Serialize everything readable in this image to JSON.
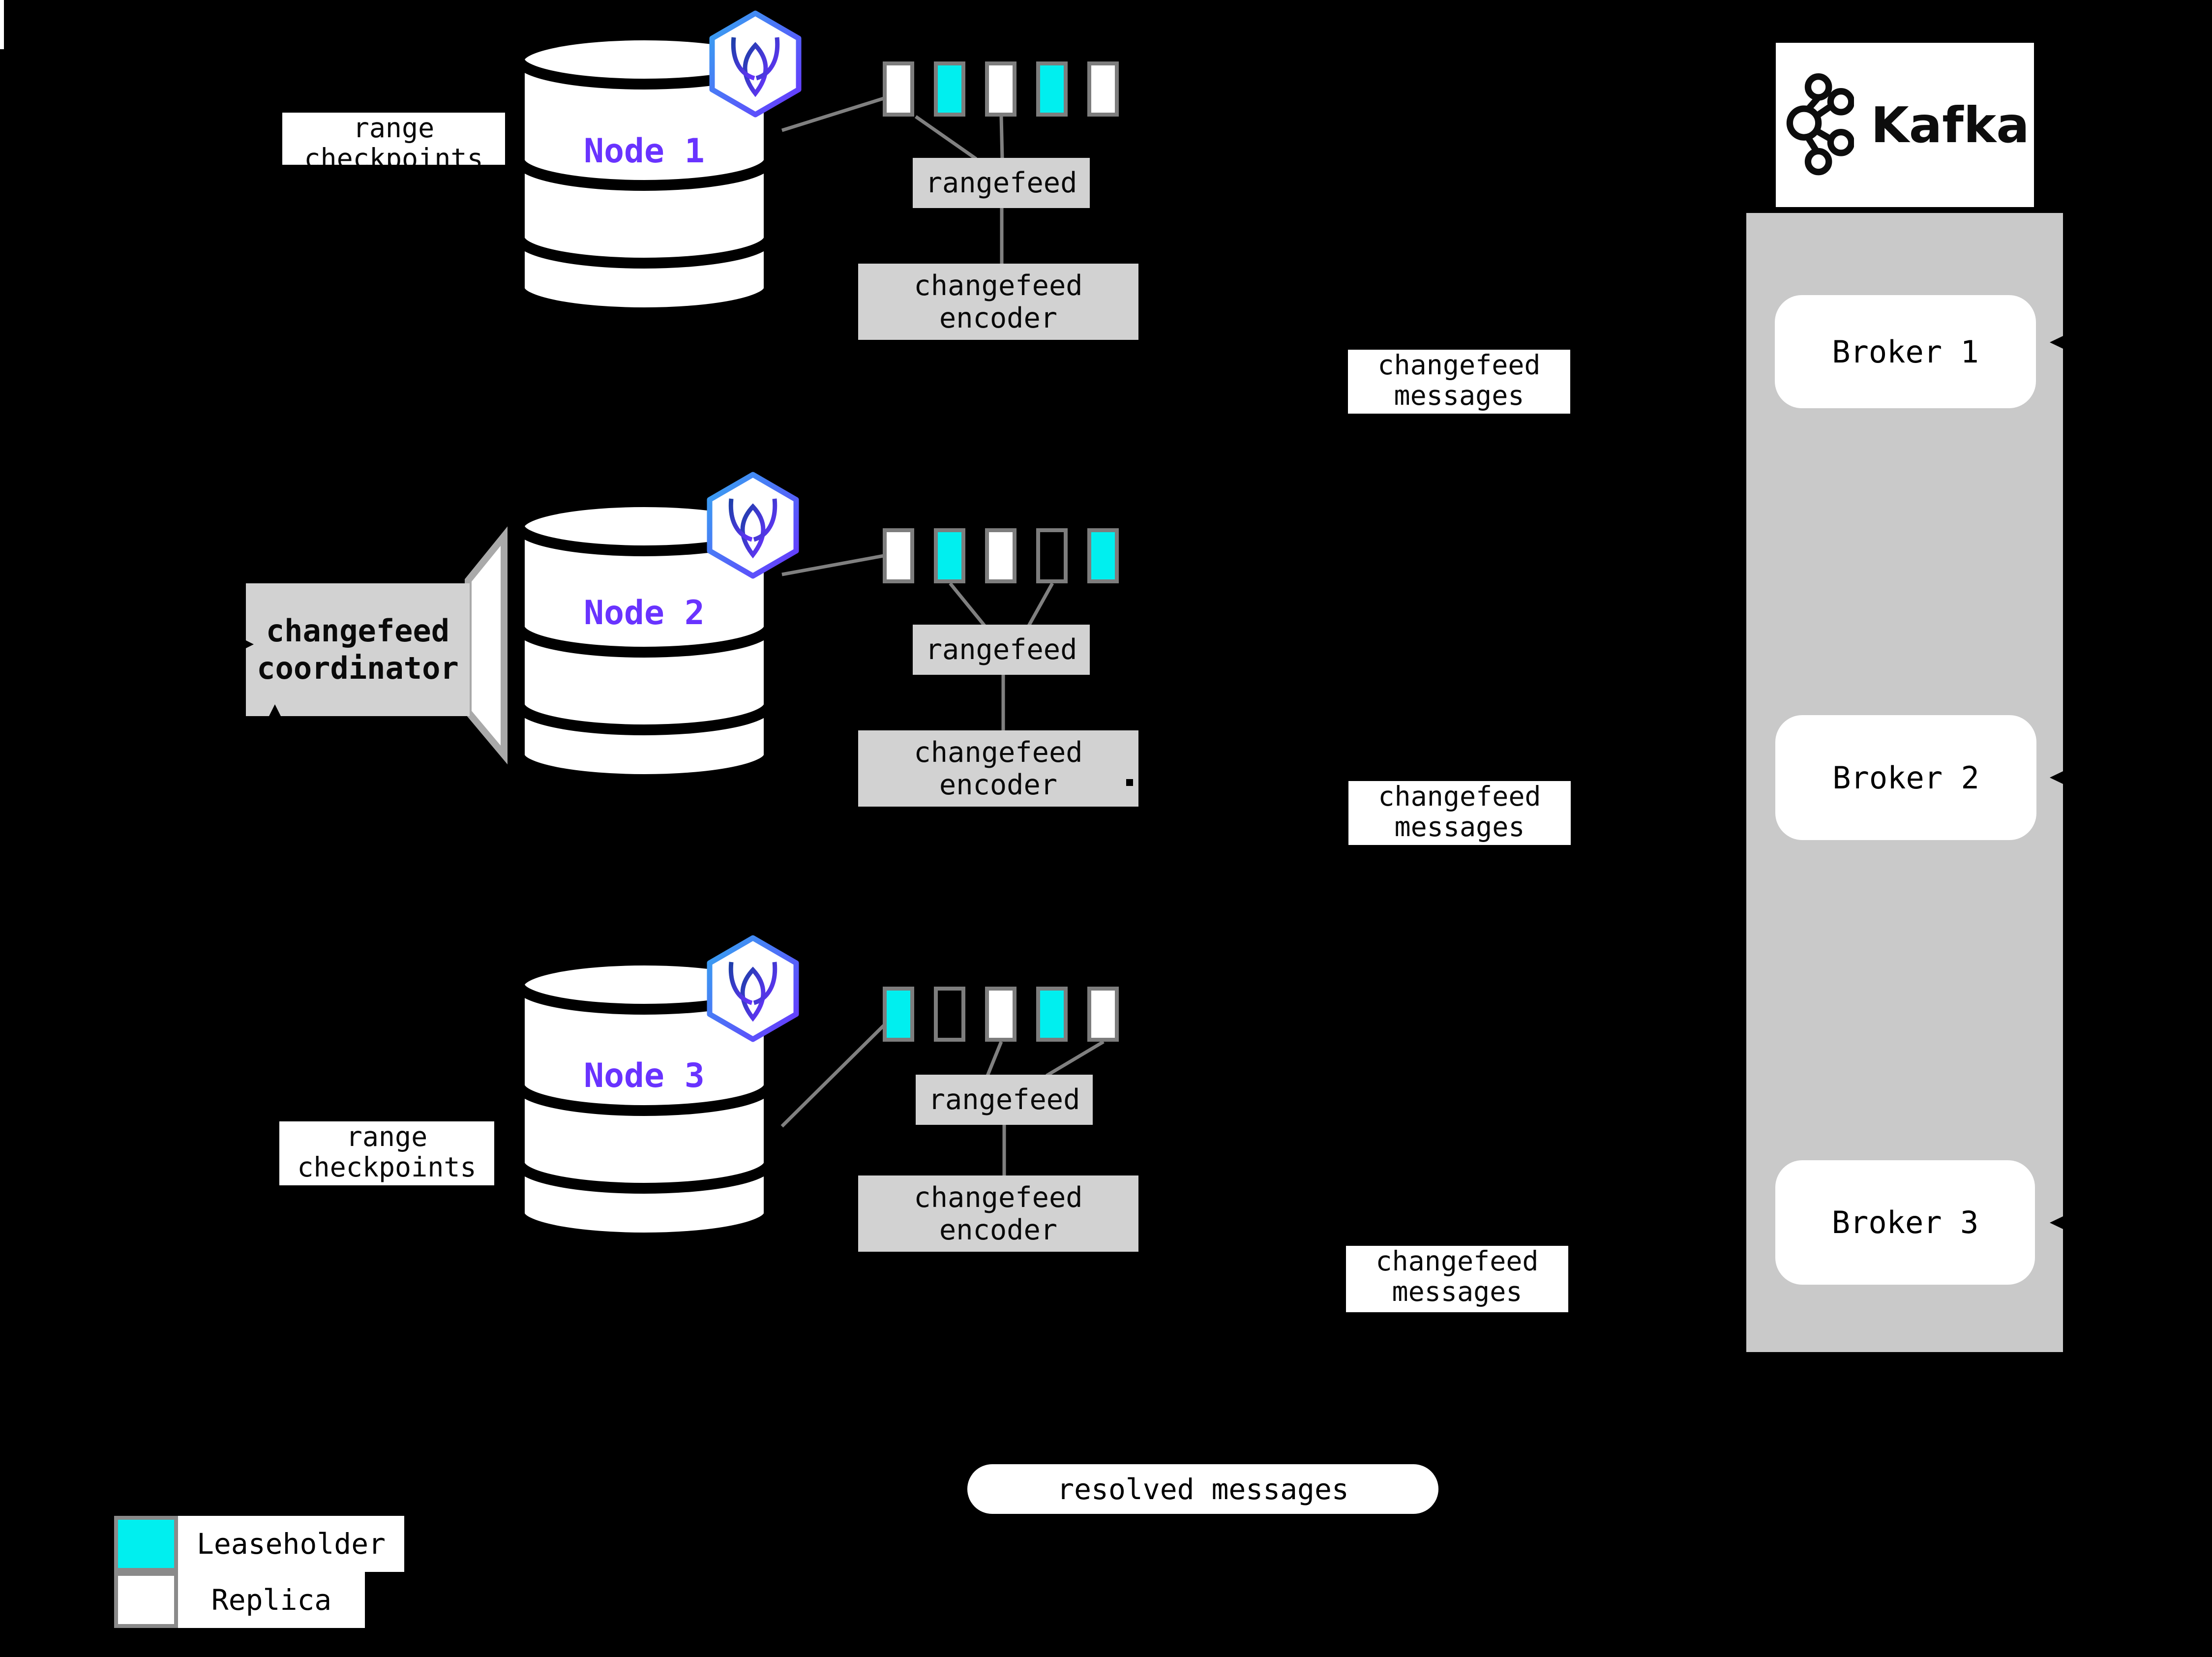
{
  "colors": {
    "background": "#000000",
    "leaseholder_cyan": "#00efef",
    "replica_white": "#ffffff",
    "node_label_purple": "#6933ff",
    "gray_box": "#d2d2d2",
    "kafka_panel_gray": "#c9c9c9",
    "connector_gray": "#808080"
  },
  "labels": {
    "range_checkpoints": [
      "range",
      "checkpoints"
    ],
    "rangefeed": "rangefeed",
    "changefeed_encoder": [
      "changefeed",
      "encoder"
    ],
    "changefeed_messages": [
      "changefeed",
      "messages"
    ],
    "coordinator": [
      "changefeed",
      "coordinator"
    ],
    "resolved": "resolved messages"
  },
  "nodes": [
    {
      "name": "Node 1",
      "ranges": [
        "replica",
        "leaseholder",
        "replica",
        "leaseholder",
        "replica"
      ]
    },
    {
      "name": "Node 2",
      "ranges": [
        "replica",
        "leaseholder",
        "replica",
        "empty",
        "leaseholder"
      ]
    },
    {
      "name": "Node 3",
      "ranges": [
        "leaseholder",
        "empty",
        "replica",
        "leaseholder",
        "replica"
      ]
    }
  ],
  "kafka": {
    "wordmark": "Kafka",
    "brokers": [
      "Broker 1",
      "Broker 2",
      "Broker 3"
    ]
  },
  "legend": [
    {
      "label": "Leaseholder",
      "type": "leaseholder"
    },
    {
      "label": "Replica",
      "type": "replica"
    }
  ]
}
